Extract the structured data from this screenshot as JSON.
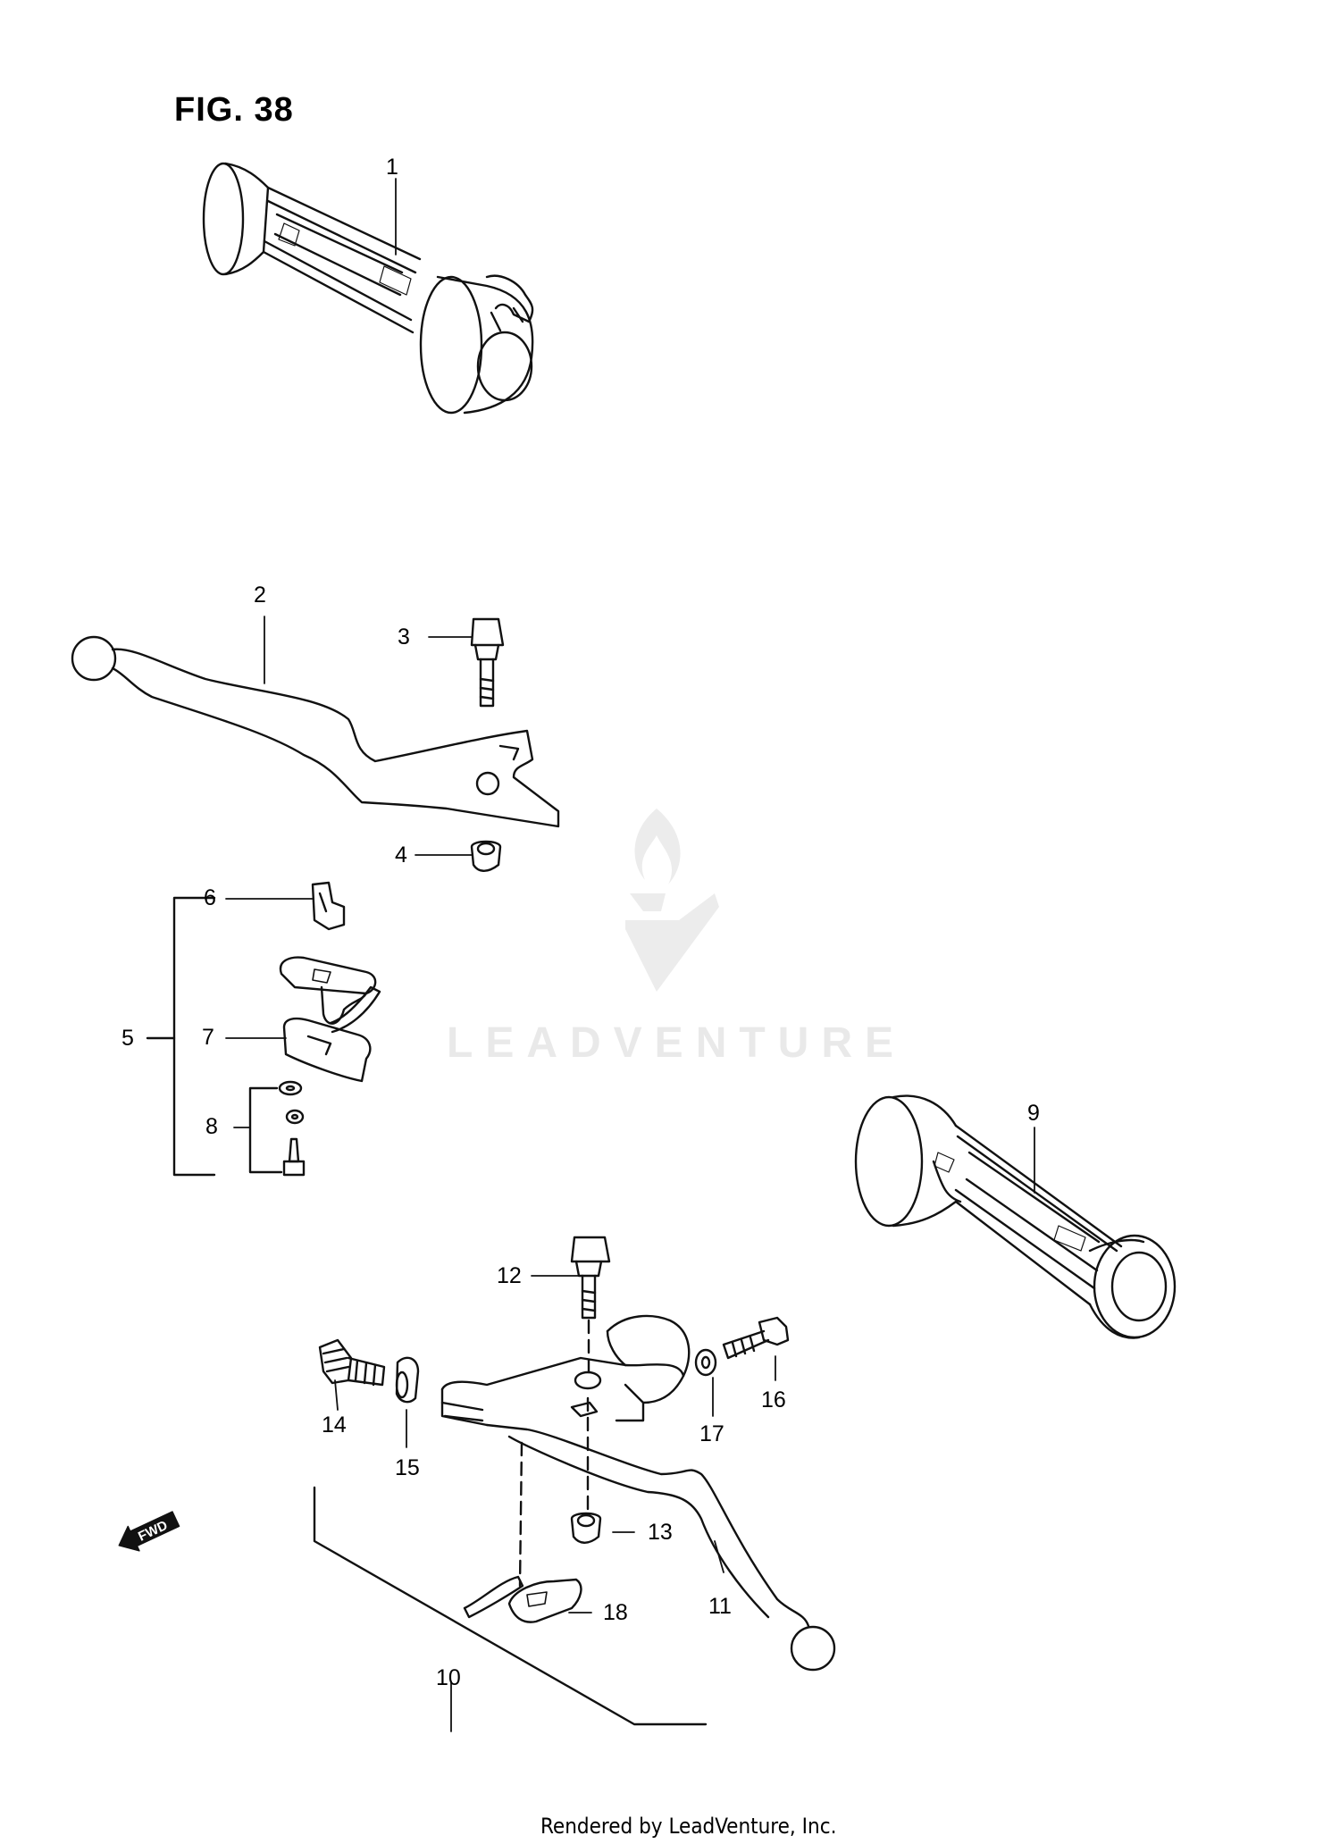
{
  "figure": {
    "title": "FIG. 38"
  },
  "callouts": [
    {
      "id": "1",
      "label": "1"
    },
    {
      "id": "2",
      "label": "2"
    },
    {
      "id": "3",
      "label": "3"
    },
    {
      "id": "4",
      "label": "4"
    },
    {
      "id": "5",
      "label": "5"
    },
    {
      "id": "6",
      "label": "6"
    },
    {
      "id": "7",
      "label": "7"
    },
    {
      "id": "8",
      "label": "8"
    },
    {
      "id": "9",
      "label": "9"
    },
    {
      "id": "10",
      "label": "10"
    },
    {
      "id": "11",
      "label": "11"
    },
    {
      "id": "12",
      "label": "12"
    },
    {
      "id": "13",
      "label": "13"
    },
    {
      "id": "14",
      "label": "14"
    },
    {
      "id": "15",
      "label": "15"
    },
    {
      "id": "16",
      "label": "16"
    },
    {
      "id": "17",
      "label": "17"
    },
    {
      "id": "18",
      "label": "18"
    }
  ],
  "fwd_arrow": {
    "label": "FWD"
  },
  "watermark": {
    "text": "LEADVENTURE"
  },
  "footer": {
    "text": "Rendered by LeadVenture, Inc."
  }
}
